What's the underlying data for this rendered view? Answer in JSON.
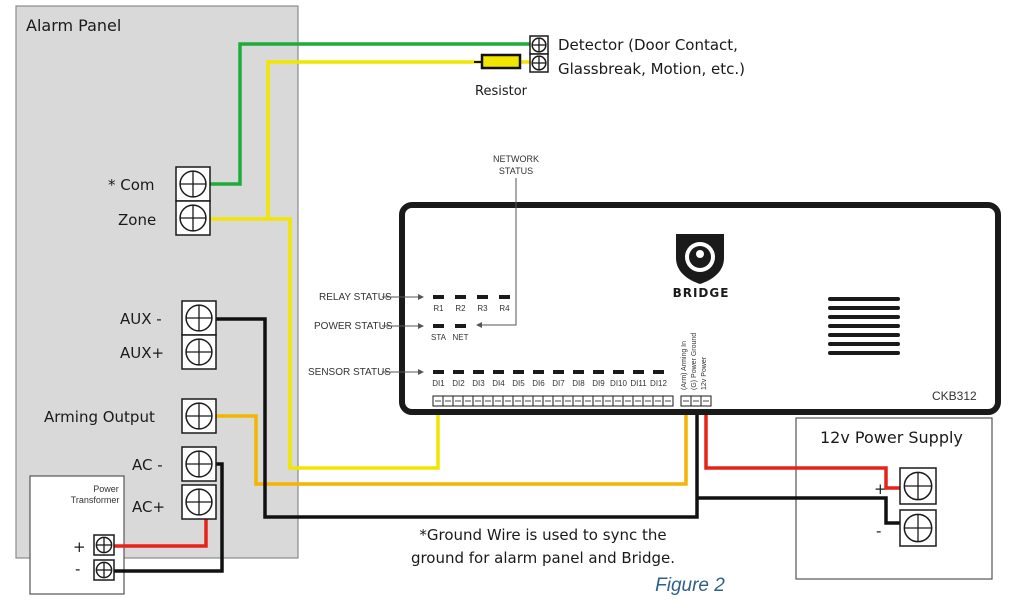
{
  "panel": {
    "title": "Alarm Panel",
    "com_label": "* Com",
    "zone_label": "Zone",
    "aux_minus_label": "AUX -",
    "aux_plus_label": "AUX+",
    "arming_output_label": "Arming Output",
    "ac_minus_label": "AC -",
    "ac_plus_label": "AC+"
  },
  "transformer": {
    "title_line1": "Power",
    "title_line2": "Transformer",
    "plus_label": "+",
    "minus_label": "-"
  },
  "detector": {
    "line1": "Detector (Door Contact,",
    "line2": "Glassbreak, Motion, etc.)",
    "resistor_label": "Resistor"
  },
  "bridge": {
    "brand": "BRIDGE",
    "model": "CKB312",
    "network_status_line1": "NETWORK",
    "network_status_line2": "STATUS",
    "relay_status_label": "RELAY STATUS",
    "power_status_label": "POWER STATUS",
    "sensor_status_label": "SENSOR STATUS",
    "relay_leds": [
      "R1",
      "R2",
      "R3",
      "R4"
    ],
    "power_leds": [
      "STA",
      "NET"
    ],
    "sensor_leds": [
      "DI1",
      "DI2",
      "DI3",
      "DI4",
      "DI5",
      "DI6",
      "DI7",
      "DI8",
      "DI9",
      "DI10",
      "DI11",
      "DI12"
    ],
    "power_pins": [
      "(Arm) Arming In",
      "(G) Power Ground",
      "12v Power"
    ]
  },
  "power_supply": {
    "title": "12v Power Supply",
    "plus_label": "+",
    "minus_label": "-"
  },
  "notes": {
    "ground_line1": "*Ground Wire is used to sync the",
    "ground_line2": "ground for alarm panel and Bridge."
  },
  "caption": "Figure 2",
  "colors": {
    "green_wire": "#1faa3c",
    "yellow_wire": "#f2e600",
    "orange_wire": "#f4b400",
    "red_wire": "#e5231b",
    "black_wire": "#111111",
    "panel_fill": "#d9d9d9",
    "caption": "#2f5f8a"
  }
}
